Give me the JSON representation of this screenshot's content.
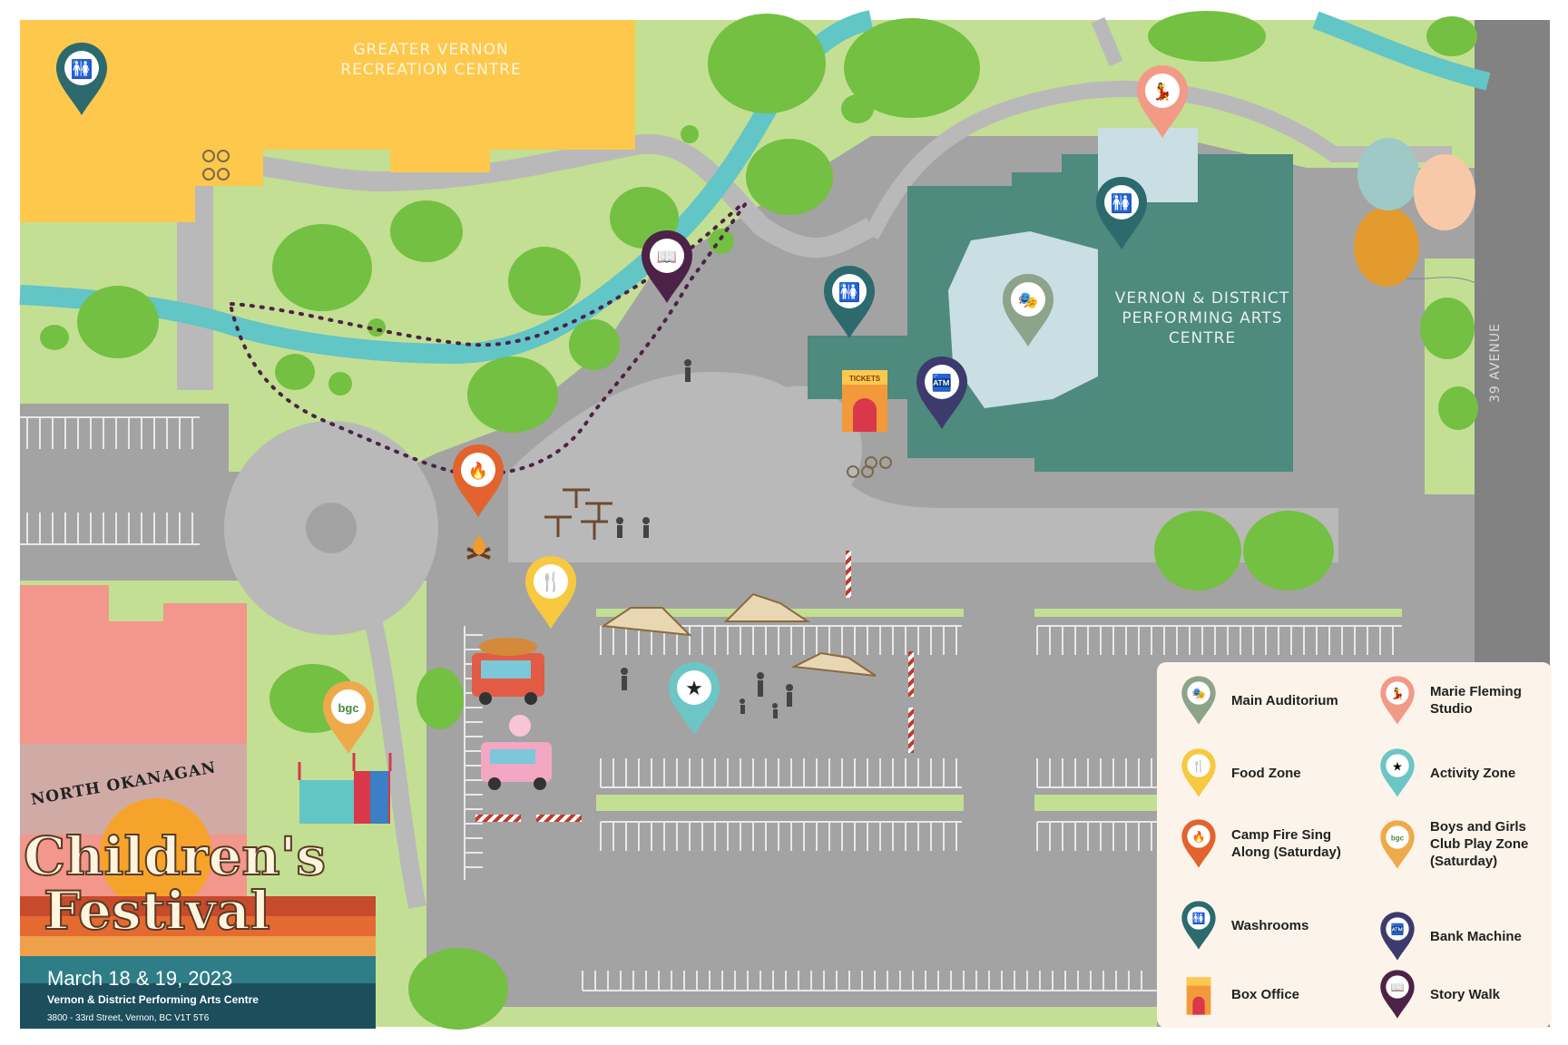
{
  "map": {
    "buildings": {
      "recreation_centre": "GREATER VERNON\nRECREATION CENTRE",
      "performing_arts_centre": "VERNON & DISTRICT\nPERFORMING ARTS\nCENTRE"
    },
    "street": "39 AVENUE",
    "box_office_sign": "TICKETS",
    "bgc_badge": "bgc"
  },
  "legend": {
    "items": [
      {
        "icon": "theatre-masks-icon",
        "label": "Main Auditorium",
        "color": "#8da38a"
      },
      {
        "icon": "dance-icon",
        "label": "Marie Fleming Studio",
        "color": "#f29a86"
      },
      {
        "icon": "fork-knife-icon",
        "label": "Food Zone",
        "color": "#f6c940"
      },
      {
        "icon": "stars-icon",
        "label": "Activity Zone",
        "color": "#6cc6c5"
      },
      {
        "icon": "fire-icon",
        "label": "Camp Fire Sing Along (Saturday)",
        "color": "#e2632d"
      },
      {
        "icon": "bgc-icon",
        "label": "Boys and Girls Club Play Zone (Saturday)",
        "color": "#eeaa4a"
      },
      {
        "icon": "washroom-icon",
        "label": "Washrooms",
        "color": "#2c6a6d"
      },
      {
        "icon": "atm-icon",
        "label": "Bank Machine",
        "color": "#3d3b6d"
      },
      {
        "icon": "tickets-booth-icon",
        "label": "Box Office",
        "color": "#f29a3a"
      },
      {
        "icon": "book-icon",
        "label": "Story Walk",
        "color": "#4c2247"
      }
    ]
  },
  "festival": {
    "region": "NORTH OKANAGAN",
    "title_line1": "Children's",
    "title_line2": "Festival",
    "dates": "March 18 & 19, 2023",
    "venue": "Vernon & District Performing Arts Centre",
    "address": "3800 - 33rd Street, Vernon, BC V1T 5T6"
  },
  "colors": {
    "grass": "#c3df93",
    "trees": "#74c042",
    "road": "#b9b9b9",
    "parking": "#a3a3a3",
    "creek": "#62c5c6",
    "recreation_centre": "#fec84d",
    "performing_arts_centre": "#4e8a7e",
    "auditorium": "#c9dfe3",
    "annex": "#f3968b"
  }
}
